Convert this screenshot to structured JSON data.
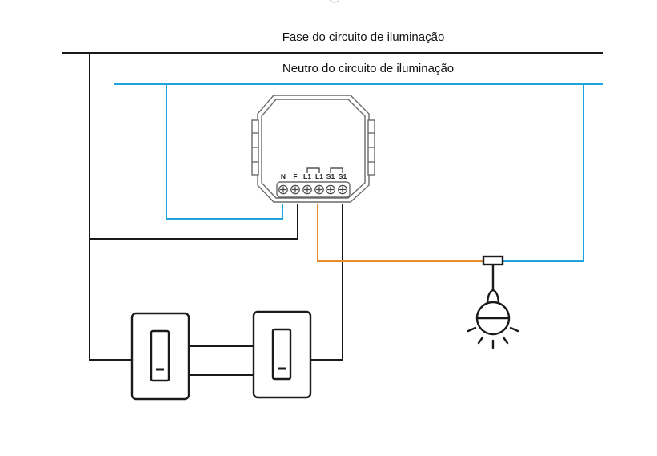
{
  "labels": {
    "fase": "Fase do circuito de iluminação",
    "neutro": "Neutro do circuito de iluminação"
  },
  "module": {
    "terminals": [
      "N",
      "F",
      "L1",
      "L1",
      "S1",
      "S1"
    ]
  },
  "colors": {
    "fase_wire": "#1a1a1a",
    "neutro_wire": "#1ea4dc",
    "load_wire": "#e88c2c",
    "module_outline": "#6a6a6a"
  },
  "icons": [
    "smart-switch-module-icon",
    "light-bulb-icon",
    "light-switch-icon"
  ]
}
